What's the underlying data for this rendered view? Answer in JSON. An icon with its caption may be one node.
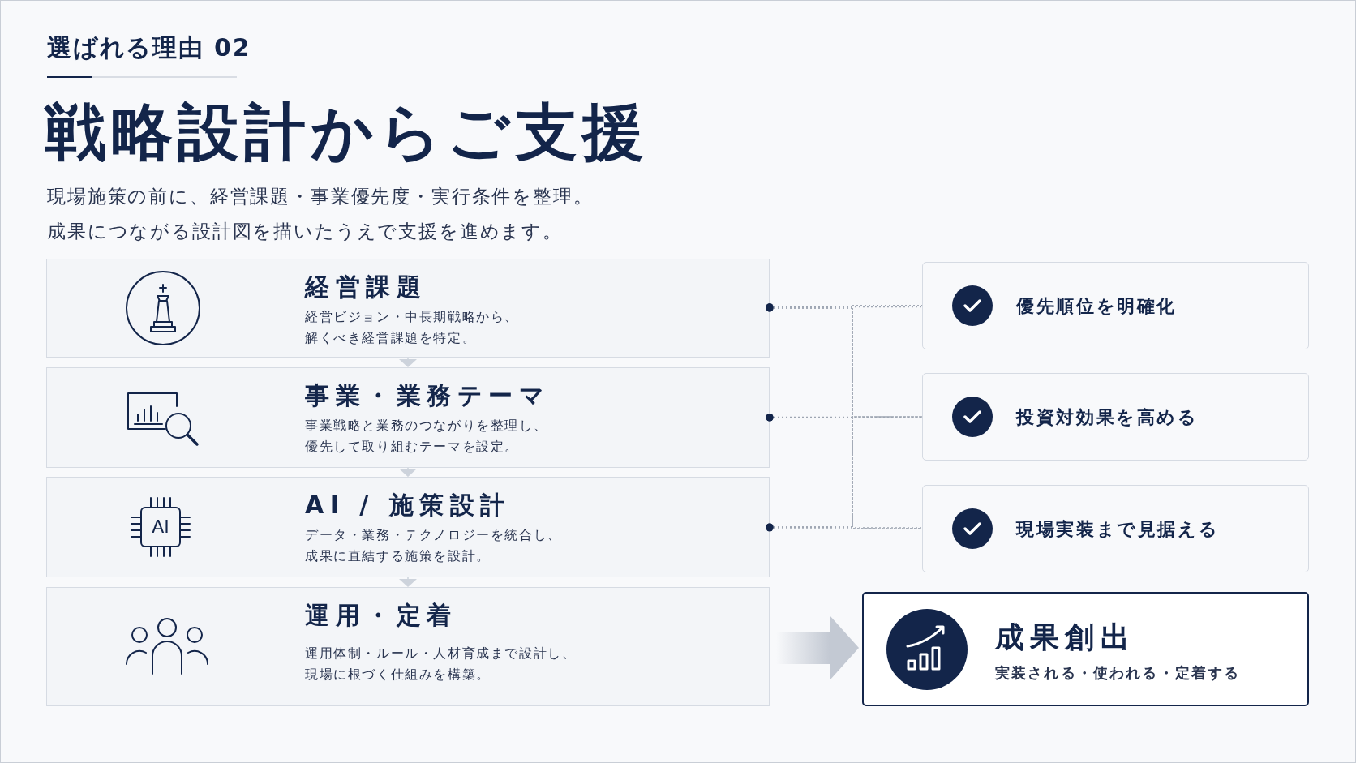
{
  "diagram": {
    "title": "戦略設計からご支援",
    "nodes": [
      {
        "text": [
          "経営課題",
          "経営ビジョン・中長期戦略から、解くべき経営課題を特定。"
        ]
      },
      {
        "text": [
          "事業・業務テーマ",
          "事業戦略と業務のつながりを整理し、優先して取り組むテーマを設定。"
        ]
      },
      {
        "text": [
          "AI / 施策設計",
          "データ・業務・テクノロジーを統合し、成果に直結する施策を設計。"
        ]
      },
      {
        "text": [
          "運用・定着",
          "運用体制・ルール・人材育成まで設計し、現場に根づく仕組みを構築。"
        ]
      },
      {
        "text": [
          "優先順位を明確化"
        ]
      },
      {
        "text": [
          "投資対効果を高める"
        ]
      },
      {
        "text": [
          "現場実装まで見据える"
        ]
      },
      {
        "text": [
          "成果創出",
          "実装される・使われる・定着する"
        ]
      }
    ],
    "edges": [
      {
        "from": 0,
        "to": 1,
        "arrow": "to"
      },
      {
        "from": 1,
        "to": 2,
        "arrow": "to"
      },
      {
        "from": 2,
        "to": 3,
        "arrow": "to"
      },
      {
        "from": 0,
        "to": 4,
        "arrow": "other",
        "style": "dashed"
      },
      {
        "from": 0,
        "to": 5,
        "arrow": "other",
        "style": "dashed"
      },
      {
        "from": 0,
        "to": 6,
        "arrow": "other",
        "style": "dashed"
      },
      {
        "from": 1,
        "to": 4,
        "arrow": "other",
        "style": "dashed"
      },
      {
        "from": 1,
        "to": 5,
        "arrow": "other",
        "style": "dashed"
      },
      {
        "from": 1,
        "to": 6,
        "arrow": "other",
        "style": "dashed"
      },
      {
        "from": 2,
        "to": 4,
        "arrow": "other",
        "style": "dashed"
      },
      {
        "from": 2,
        "to": 5,
        "arrow": "other",
        "style": "dashed"
      },
      {
        "from": 2,
        "to": 6,
        "arrow": "other",
        "style": "dashed"
      },
      {
        "from": 3,
        "to": 7,
        "arrow": "to",
        "style": "thick",
        "color": "#c3c9d3"
      }
    ],
    "labels": [
      "選ばれる理由 02",
      "現場施策の前に、経営課題・事業優先度・実行条件を整理。成果につながる設計図を描いたうえで支援を進めます。",
      "AI"
    ]
  }
}
